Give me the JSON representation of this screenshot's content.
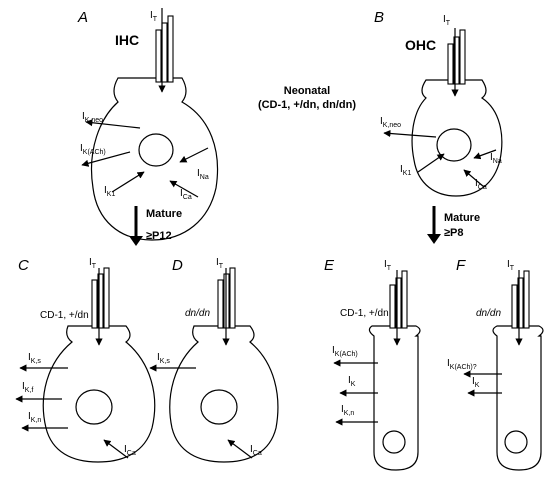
{
  "panels": {
    "A": "A",
    "B": "B",
    "C": "C",
    "D": "D",
    "E": "E",
    "F": "F"
  },
  "cell_types": {
    "ihc": "IHC",
    "ohc": "OHC"
  },
  "center_note": {
    "line1": "Neonatal",
    "line2": "(CD-1, +/dn, dn/dn)"
  },
  "transitions": {
    "ihc": {
      "label": "Mature",
      "age": "≥P12"
    },
    "ohc": {
      "label": "Mature",
      "age": "≥P8"
    }
  },
  "genotypes": {
    "C": "CD-1, +/dn",
    "D": "dn/dn",
    "E": "CD-1, +/dn",
    "F": "dn/dn"
  },
  "currents": {
    "IT": {
      "main": "I",
      "sub": "T"
    },
    "IKneo": {
      "main": "I",
      "sub": "K,neo"
    },
    "IKACh": {
      "main": "I",
      "sub": "K(ACh)"
    },
    "IKACh_q": {
      "main": "I",
      "sub": "K(ACh)?"
    },
    "IK1": {
      "main": "I",
      "sub": "K1"
    },
    "INa": {
      "main": "I",
      "sub": "Na"
    },
    "ICa": {
      "main": "I",
      "sub": "Ca"
    },
    "IKs": {
      "main": "I",
      "sub": "K,s"
    },
    "IKf": {
      "main": "I",
      "sub": "K,f"
    },
    "IKn": {
      "main": "I",
      "sub": "K,n"
    },
    "IK": {
      "main": "I",
      "sub": "K"
    }
  }
}
